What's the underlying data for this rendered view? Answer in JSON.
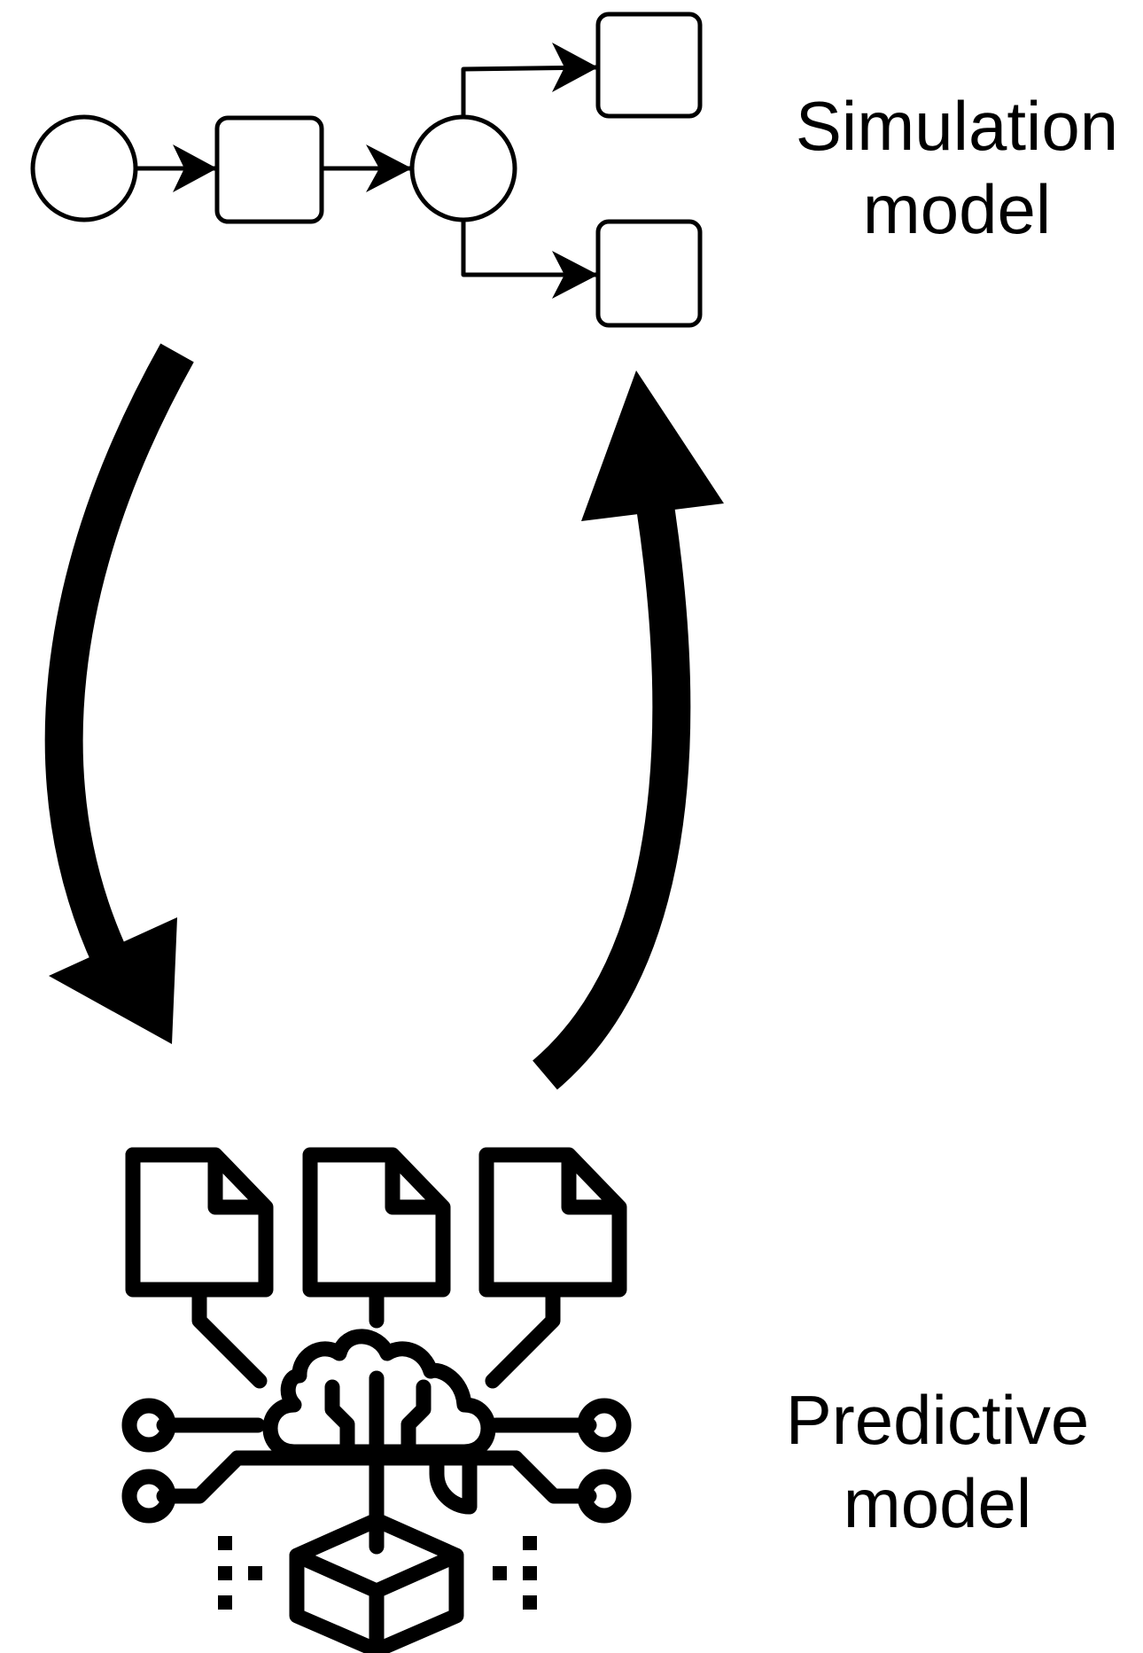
{
  "labels": {
    "simulation": [
      "Simulation",
      "model"
    ],
    "predictive": [
      "Predictive",
      "model"
    ]
  },
  "icons": {
    "simulation_model": "process-flow-diagram-icon",
    "predictive_model": "ai-data-cube-icon",
    "to_predictive": "curved-arrow-down-icon",
    "to_simulation": "curved-arrow-up-icon"
  },
  "colors": {
    "stroke": "#000000",
    "background": "#ffffff"
  }
}
